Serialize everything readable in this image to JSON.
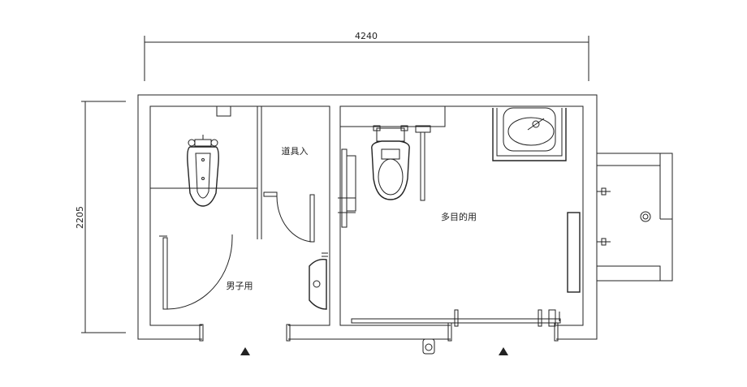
{
  "dimensions": {
    "width": "4240",
    "height": "2205"
  },
  "rooms": {
    "mens_toilet": "男子用",
    "storage": "道具入",
    "multipurpose": "多目的用"
  },
  "colors": {
    "line": "#222222",
    "background": "#ffffff"
  },
  "icons": {
    "entrance_marker": "triangle-up"
  }
}
